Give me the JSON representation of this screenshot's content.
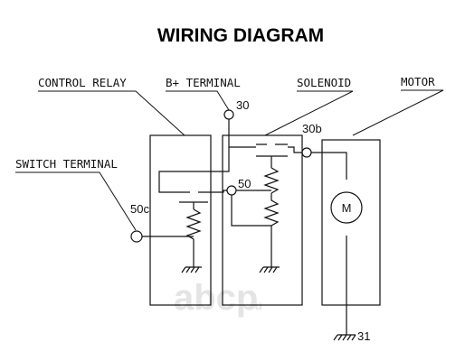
{
  "title": "WIRING DIAGRAM",
  "labels": {
    "control_relay": "CONTROL RELAY",
    "b_plus_terminal": "B+ TERMINAL",
    "solenoid": "SOLENOID",
    "motor": "MOTOR",
    "switch_terminal": "SWITCH TERMINAL"
  },
  "terminals": {
    "t30": "30",
    "t30b": "30b",
    "t50": "50",
    "t50c": "50c",
    "t31": "31"
  },
  "motor_symbol": "M",
  "watermark": {
    "text": "abcp",
    "suffix": ".ru"
  },
  "colors": {
    "line": "#111111",
    "watermark": "#e4e4e4"
  }
}
